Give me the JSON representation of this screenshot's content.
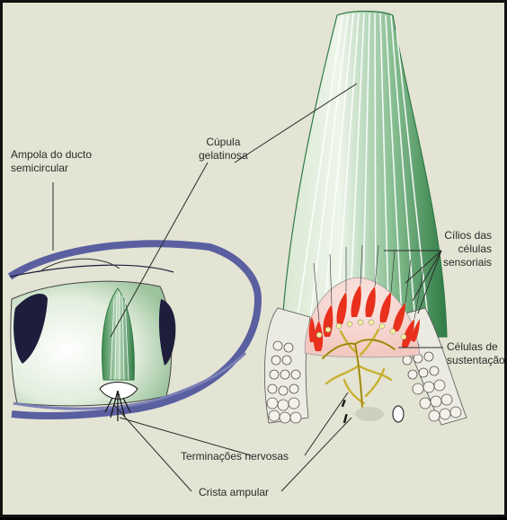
{
  "labels": {
    "ampola": [
      "Ampola do ducto",
      "semicircular"
    ],
    "cupula": [
      "Cúpula",
      "gelatinosa"
    ],
    "cilios": [
      "Cílios das",
      "células",
      "sensoriais"
    ],
    "sustentacao": [
      "Células de",
      "sustentação"
    ],
    "terminacoes": "Terminações nervosas",
    "crista": "Crista ampular"
  },
  "colors": {
    "background": "#e4e4d4",
    "cupula_green": "#3f8a52",
    "cupula_light": "#e6f0e2",
    "hair_cell_red": "#e8301c",
    "nerve_yellow": "#c8b030",
    "ampulla_outline": "#5a5fa0",
    "ampulla_dark": "#1e1e3c",
    "leader_line": "#2a2a2a"
  },
  "icons": [
    "ampulla-cross-section",
    "cupula-detail",
    "hair-cell",
    "supporting-cell",
    "nerve-fiber"
  ]
}
